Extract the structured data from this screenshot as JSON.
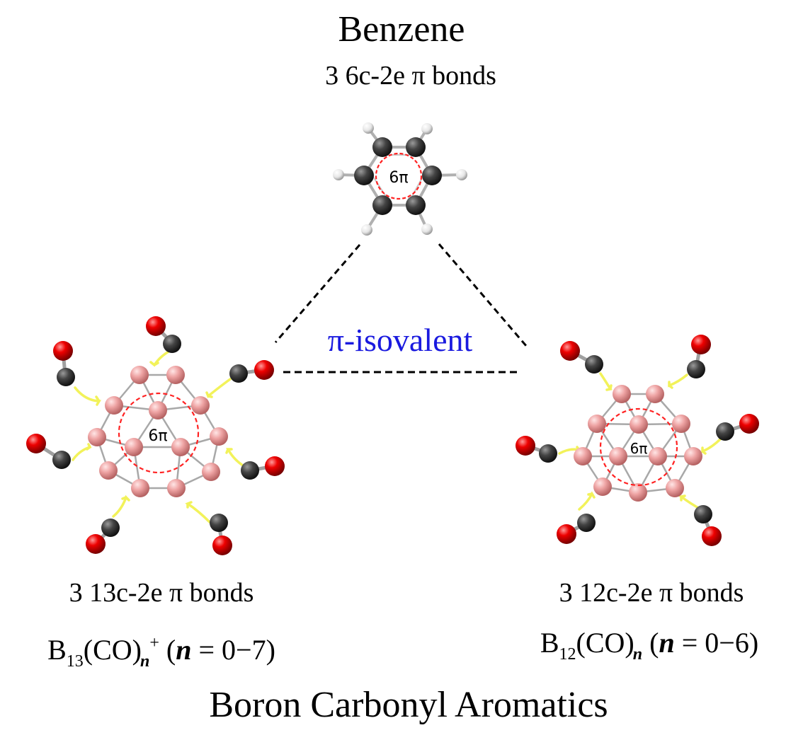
{
  "header": {
    "title": "Benzene",
    "subtitle": "3 6c-2e π bonds"
  },
  "center": {
    "ring_label": "6π",
    "isovalent_label": "π-isovalent"
  },
  "left": {
    "ring_label": "6π",
    "bonds": "3 13c-2e π bonds",
    "formula": {
      "base": "B",
      "atoms": "13",
      "group": "(CO)",
      "n": "n",
      "charge": "+",
      "open": " (",
      "var": "n",
      "range": " = 0−7)"
    }
  },
  "right": {
    "ring_label": "6π",
    "bonds": "3 12c-2e π bonds",
    "formula": {
      "base": "B",
      "atoms": "12",
      "group": "(CO)",
      "n": "n",
      "open": " (",
      "var": "n",
      "range": " = 0−6)"
    }
  },
  "footer": {
    "title": "Boron Carbonyl Aromatics"
  },
  "colors": {
    "boron": "#e89a9a",
    "carbon": "#3a3a3a",
    "oxygen": "#e00000",
    "hydrogen": "#eeeeee",
    "pi_circle": "#ff2222",
    "arrow": "#f2f25a",
    "isovalent": "#1a1adf"
  }
}
